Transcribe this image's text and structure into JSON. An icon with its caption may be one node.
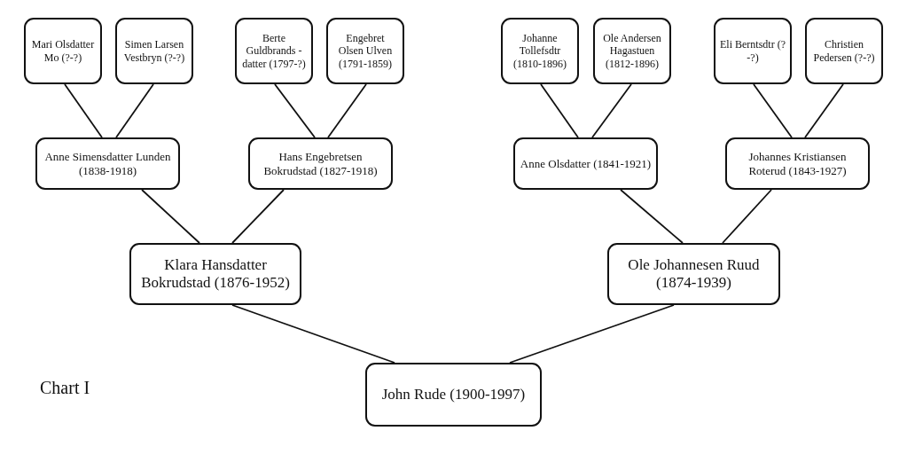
{
  "diagram": {
    "nodes": [
      {
        "text": [
          "Mari Olsdatter Mo (?-?)"
        ]
      },
      {
        "text": [
          "Simen Larsen Vestbryn (?-?)"
        ]
      },
      {
        "text": [
          "Berte Guldbrands -datter (1797-?)"
        ]
      },
      {
        "text": [
          "Engebret Olsen Ulven (1791-1859)"
        ]
      },
      {
        "text": [
          "Johanne Tollefsdtr (1810-1896)"
        ]
      },
      {
        "text": [
          "Ole Andersen Hagastuen (1812-1896)"
        ]
      },
      {
        "text": [
          "Eli Berntsdtr (?-?)"
        ]
      },
      {
        "text": [
          "Christien Pedersen (?-?)"
        ]
      },
      {
        "text": [
          "Anne Simensdatter Lunden (1838-1918)"
        ]
      },
      {
        "text": [
          "Hans Engebretsen Bokrudstad (1827-1918)"
        ]
      },
      {
        "text": [
          "Anne Olsdatter (1841-1921)"
        ]
      },
      {
        "text": [
          "Johannes Kristiansen Roterud (1843-1927)"
        ]
      },
      {
        "text": [
          "Klara Hansdatter Bokrudstad (1876-1952)"
        ]
      },
      {
        "text": [
          "Ole Johannesen Ruud (1874-1939)"
        ]
      },
      {
        "text": [
          "John Rude (1900-1997)"
        ]
      }
    ],
    "edges": [
      {
        "from": 8,
        "to": 0,
        "arrow": "none"
      },
      {
        "from": 8,
        "to": 1,
        "arrow": "none"
      },
      {
        "from": 9,
        "to": 2,
        "arrow": "none"
      },
      {
        "from": 9,
        "to": 3,
        "arrow": "none"
      },
      {
        "from": 10,
        "to": 4,
        "arrow": "none"
      },
      {
        "from": 10,
        "to": 5,
        "arrow": "none"
      },
      {
        "from": 11,
        "to": 6,
        "arrow": "none"
      },
      {
        "from": 11,
        "to": 7,
        "arrow": "none"
      },
      {
        "from": 12,
        "to": 8,
        "arrow": "none"
      },
      {
        "from": 12,
        "to": 9,
        "arrow": "none"
      },
      {
        "from": 13,
        "to": 10,
        "arrow": "none"
      },
      {
        "from": 13,
        "to": 11,
        "arrow": "none"
      },
      {
        "from": 14,
        "to": 12,
        "arrow": "none"
      },
      {
        "from": 14,
        "to": 13,
        "arrow": "none"
      }
    ],
    "labels": [
      "Chart I"
    ]
  }
}
